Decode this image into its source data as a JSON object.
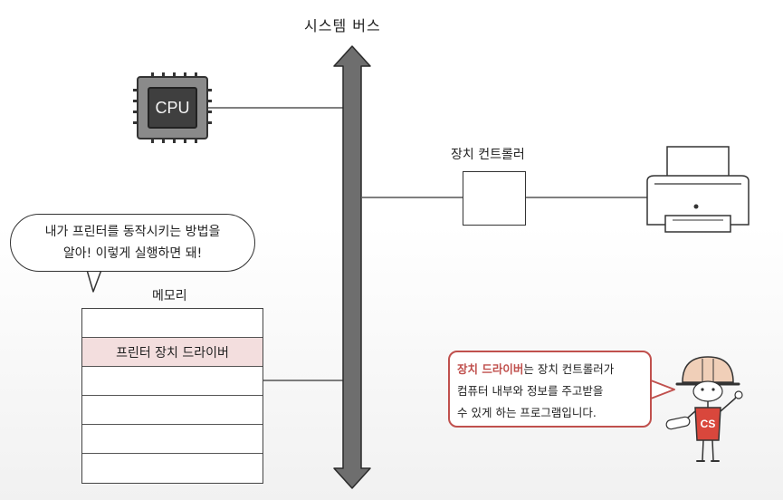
{
  "bus": {
    "title": "시스템 버스"
  },
  "cpu": {
    "label": "CPU"
  },
  "controller": {
    "label": "장치 컨트롤러"
  },
  "memory": {
    "label": "메모리",
    "rows": [
      "",
      "프린터 장치 드라이버",
      "",
      "",
      "",
      ""
    ]
  },
  "bubble": {
    "line1": "내가 프린터를 동작시키는 방법을",
    "line2": "알아! 이렇게 실행하면 돼!"
  },
  "info": {
    "highlight": "장치 드라이버",
    "rest_line1": "는 장치 컨트롤러가",
    "line2": "컴퓨터 내부와 정보를 주고받을",
    "line3": "수 있게 하는 프로그램입니다."
  },
  "character": {
    "shirt_text": "CS"
  },
  "colors": {
    "accent": "#c0504d",
    "memory_highlight": "#f3dede",
    "bus_arrow": "#6e6e6e",
    "character_shirt": "#d9473c",
    "character_helmet": "#f0cfb8"
  }
}
